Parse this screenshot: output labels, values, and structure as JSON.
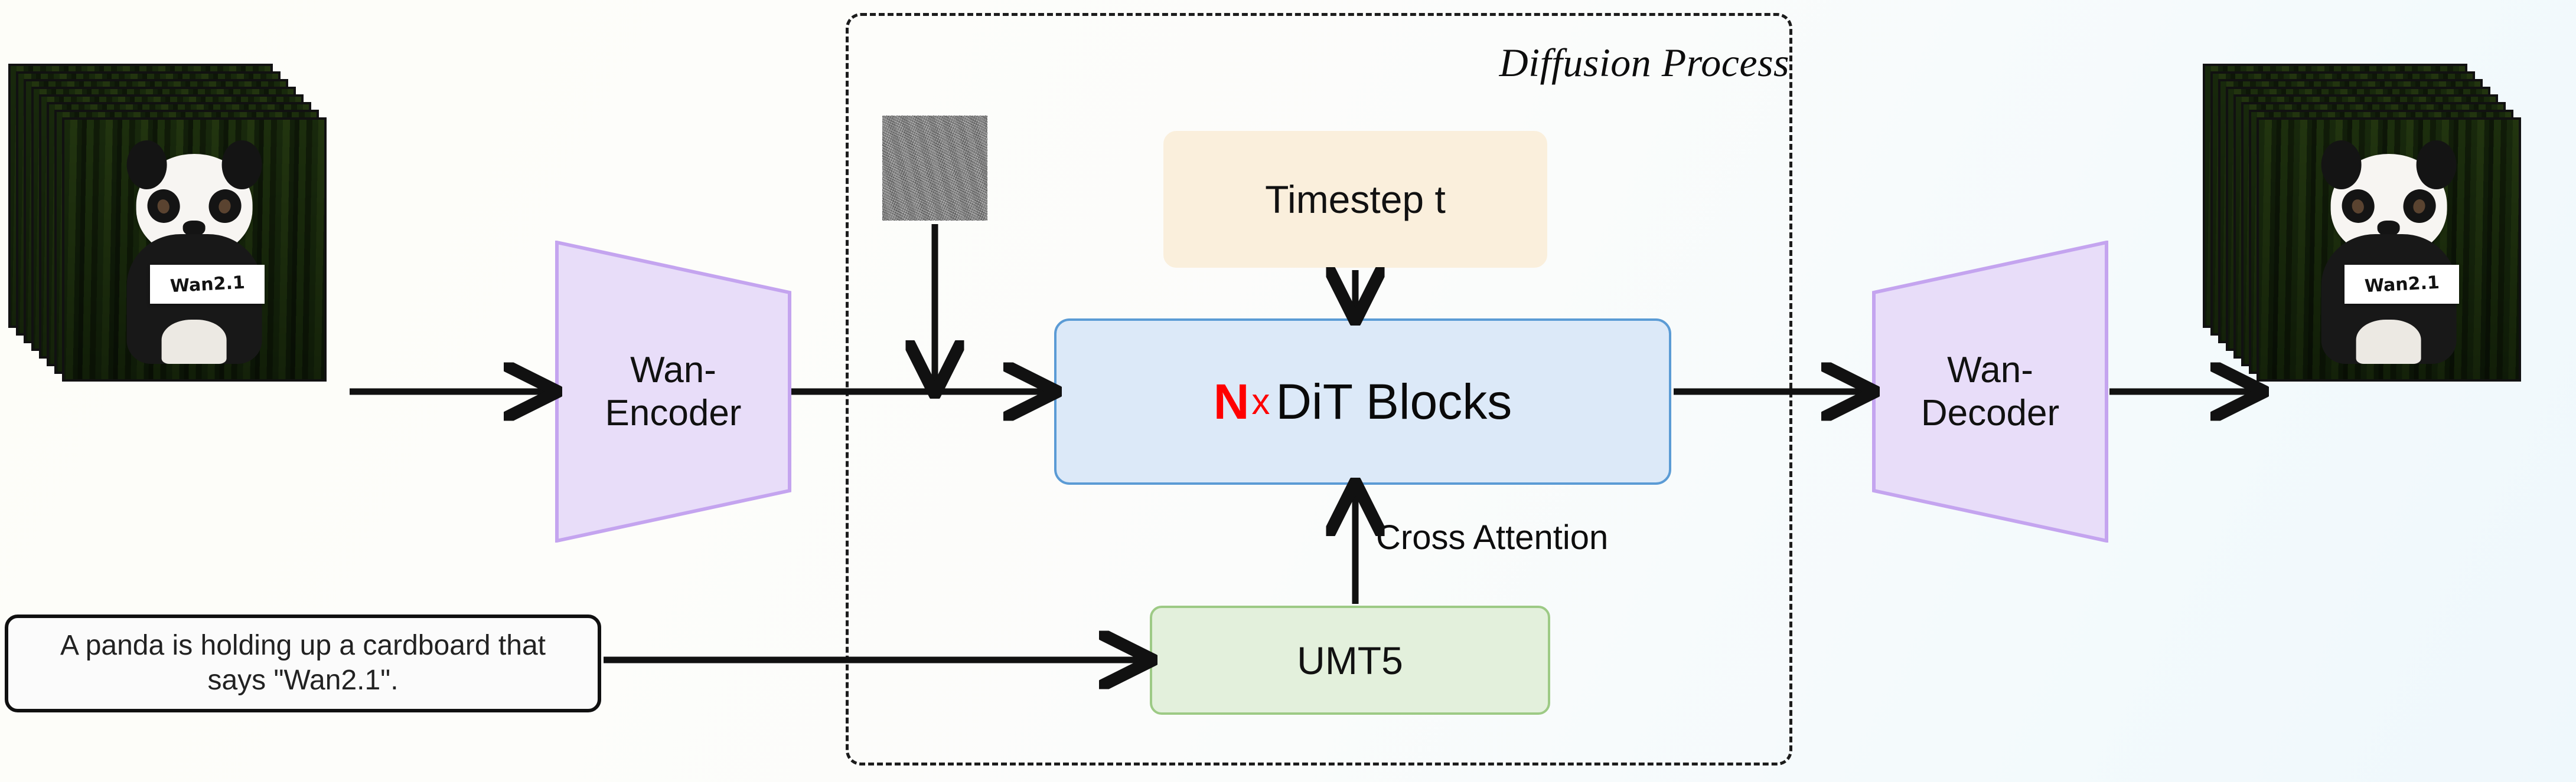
{
  "diagram": {
    "title": "Wan2.1 video diffusion model architecture",
    "diffusion_group_label": "Diffusion Process"
  },
  "nodes": {
    "input_frames": {
      "name": "input-video-frames",
      "sign_text": "Wan2.1",
      "frame_count": 8
    },
    "encoder": {
      "label_line1": "Wan-",
      "label_line2": "Encoder",
      "fill": "#e8ddf9",
      "stroke": "#c4a4ef"
    },
    "noise": {
      "label": "gaussian-noise-latent"
    },
    "timestep": {
      "label": "Timestep t",
      "fill": "#faefdc"
    },
    "dit": {
      "repeat_count": "N",
      "multiply_symbol": "x",
      "label": "DiT Blocks",
      "fill": "#dce9f8",
      "stroke": "#5b9bd5",
      "accent_color": "#ff0000"
    },
    "umt5": {
      "label": "UMT5",
      "fill": "#e3f0dc",
      "stroke": "#9dca85"
    },
    "prompt": {
      "text": "A panda is holding up a cardboard that says \"Wan2.1\"."
    },
    "decoder": {
      "label_line1": "Wan-",
      "label_line2": "Decoder",
      "fill": "#e8ddf9",
      "stroke": "#c4a4ef"
    },
    "output_frames": {
      "name": "output-video-frames",
      "sign_text": "Wan2.1",
      "frame_count": 8
    }
  },
  "edges": {
    "cross_attention_label": "Cross Attention"
  }
}
